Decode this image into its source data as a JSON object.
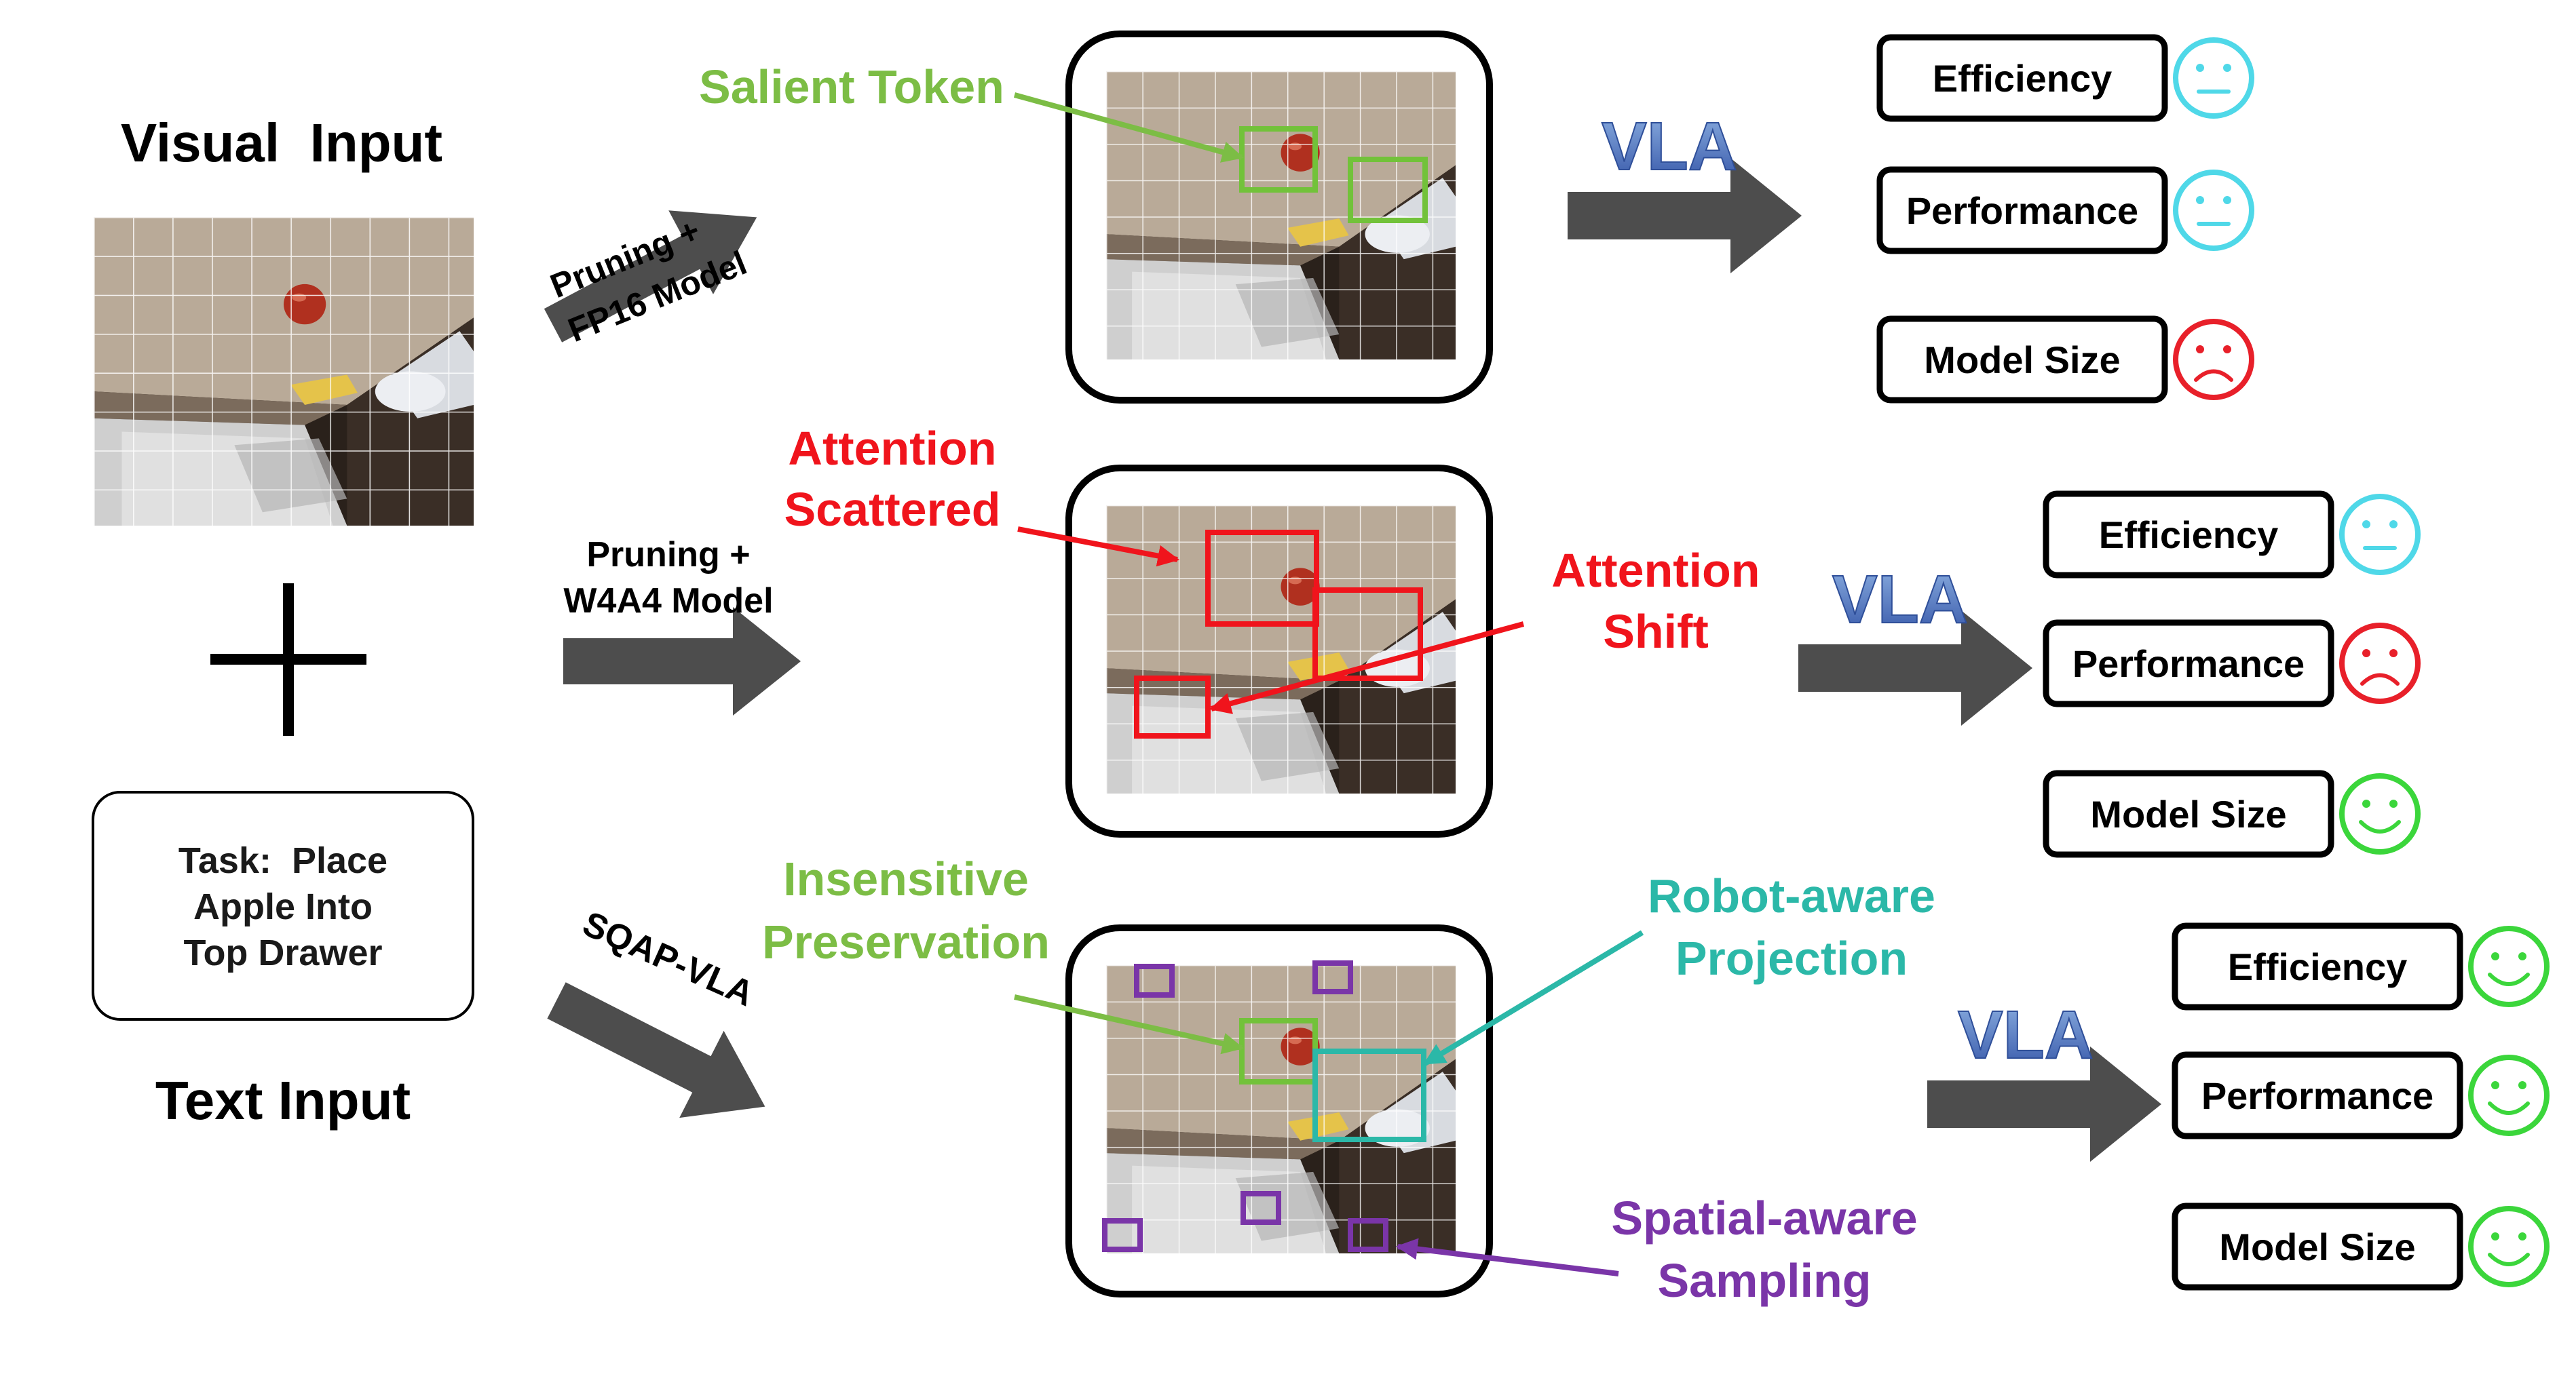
{
  "left": {
    "visual_title": "Visual  Input",
    "text_title": "Text Input",
    "task_lines": [
      "Task:  Place",
      "Apple Into",
      "Top Drawer"
    ]
  },
  "rows": [
    {
      "method_lines": [
        "Pruning +",
        "FP16 Model"
      ],
      "callouts": [
        {
          "lines": [
            "Salient Token"
          ],
          "color": "#7cbd45"
        }
      ],
      "vla_label": "VLA",
      "metrics": [
        {
          "label": "Efficiency",
          "face": "neutral",
          "color": "#4fd8e8"
        },
        {
          "label": "Performance",
          "face": "neutral",
          "color": "#4fd8e8"
        },
        {
          "label": "Model Size",
          "face": "sad",
          "color": "#e8202a"
        }
      ]
    },
    {
      "method_lines": [
        "Pruning +",
        "W4A4 Model"
      ],
      "callouts": [
        {
          "lines": [
            "Attention",
            "Scattered"
          ],
          "color": "#f0141c"
        },
        {
          "lines": [
            "Attention",
            "Shift"
          ],
          "color": "#f0141c"
        }
      ],
      "vla_label": "VLA",
      "metrics": [
        {
          "label": "Efficiency",
          "face": "neutral",
          "color": "#4fd8e8"
        },
        {
          "label": "Performance",
          "face": "sad",
          "color": "#e8202a"
        },
        {
          "label": "Model Size",
          "face": "happy",
          "color": "#3bd63b"
        }
      ]
    },
    {
      "method_lines": [
        "SQAP-VLA"
      ],
      "callouts": [
        {
          "lines": [
            "Insensitive",
            "Preservation"
          ],
          "color": "#7cbd45"
        },
        {
          "lines": [
            "Robot-aware",
            "Projection"
          ],
          "color": "#2bb8a8"
        },
        {
          "lines": [
            "Spatial-aware",
            "Sampling"
          ],
          "color": "#7a35a8"
        }
      ],
      "vla_label": "VLA",
      "metrics": [
        {
          "label": "Efficiency",
          "face": "happy",
          "color": "#3bd63b"
        },
        {
          "label": "Performance",
          "face": "happy",
          "color": "#3bd63b"
        },
        {
          "label": "Model Size",
          "face": "happy",
          "color": "#3bd63b"
        }
      ]
    }
  ],
  "colors": {
    "arrow": "#4d4d4d",
    "vla_gradient": [
      "#7fa3d8",
      "#3a5fb0"
    ],
    "box_green": "#72c23a",
    "box_red": "#f0141c",
    "box_teal": "#2bb8a8",
    "box_purple": "#7a35a8"
  }
}
